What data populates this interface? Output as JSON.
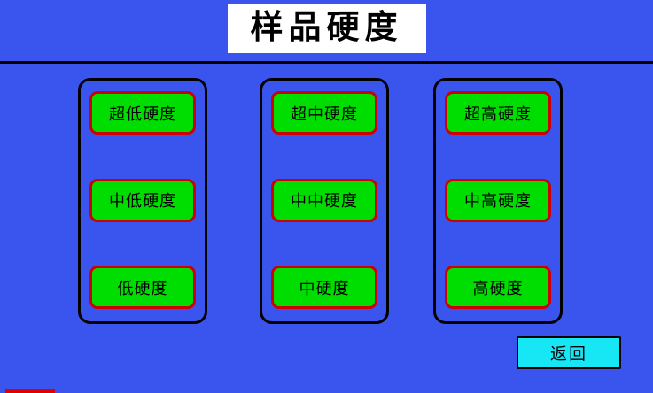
{
  "title": "样品硬度",
  "columns": [
    {
      "name": "low-hardness-group",
      "buttons": [
        {
          "label": "超低硬度"
        },
        {
          "label": "中低硬度"
        },
        {
          "label": "低硬度"
        }
      ]
    },
    {
      "name": "mid-hardness-group",
      "buttons": [
        {
          "label": "超中硬度"
        },
        {
          "label": "中中硬度"
        },
        {
          "label": "中硬度"
        }
      ]
    },
    {
      "name": "high-hardness-group",
      "buttons": [
        {
          "label": "超高硬度"
        },
        {
          "label": "中高硬度"
        },
        {
          "label": "高硬度"
        }
      ]
    }
  ],
  "back_button": {
    "label": "返回"
  },
  "colors": {
    "background": "#3a54ee",
    "button_fill": "#00dd00",
    "button_border": "#cf0000",
    "back_button_fill": "#17e7f5",
    "title_background": "#ffffff",
    "divider": "#000000"
  }
}
